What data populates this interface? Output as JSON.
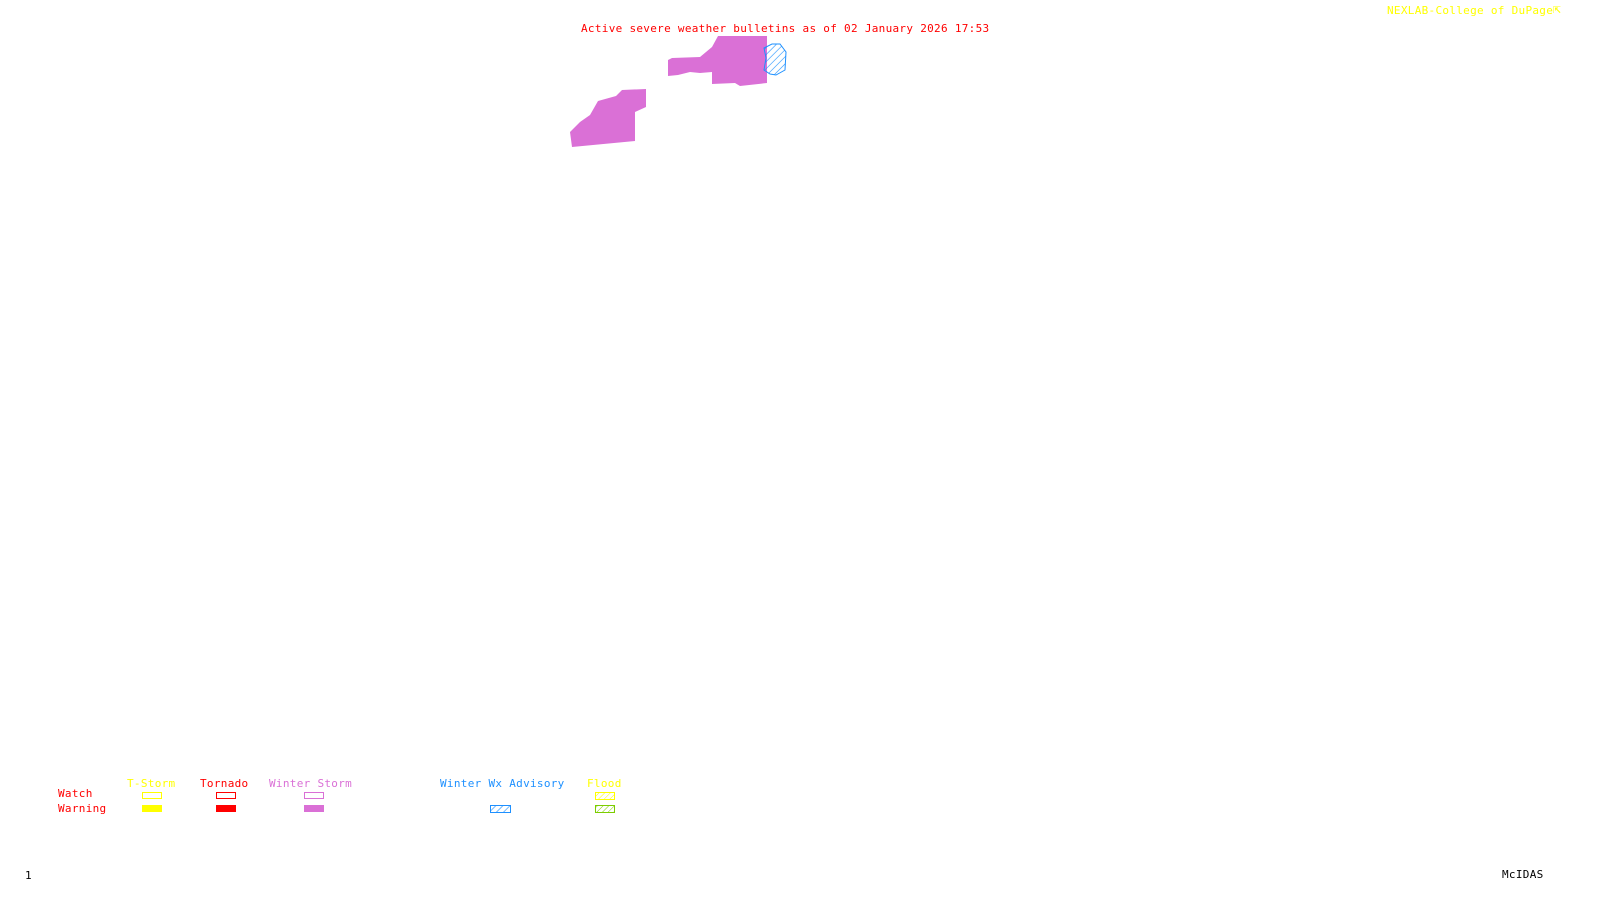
{
  "header": {
    "title": "Active severe weather bulletins as of 02 January 2026 17:53",
    "credit": "NEXLAB-College of DuPage"
  },
  "legend": {
    "row_labels": {
      "watch": "Watch",
      "warning": "Warning"
    },
    "categories": [
      {
        "label": "T-Storm",
        "color": "#ffff00",
        "watch": "outline",
        "warning": "solid"
      },
      {
        "label": "Tornado",
        "color": "#ff0000",
        "watch": "outline",
        "warning": "solid"
      },
      {
        "label": "Winter Storm",
        "color": "#da70d6",
        "watch": "outline",
        "warning": "solid"
      },
      {
        "label": "Winter Wx Advisory",
        "color": "#1e90ff",
        "warning": "hatched"
      },
      {
        "label": "Flood",
        "color": "#ffff00",
        "watch": "hatched",
        "warning": "hatched-green"
      }
    ]
  },
  "footer": {
    "frame": "1",
    "software": "McIDAS"
  },
  "colors": {
    "title": "#ff0000",
    "credit": "#ffff00",
    "winter_storm": "#da70d6",
    "advisory": "#1e90ff",
    "flood_warning": "#7ccd00"
  }
}
